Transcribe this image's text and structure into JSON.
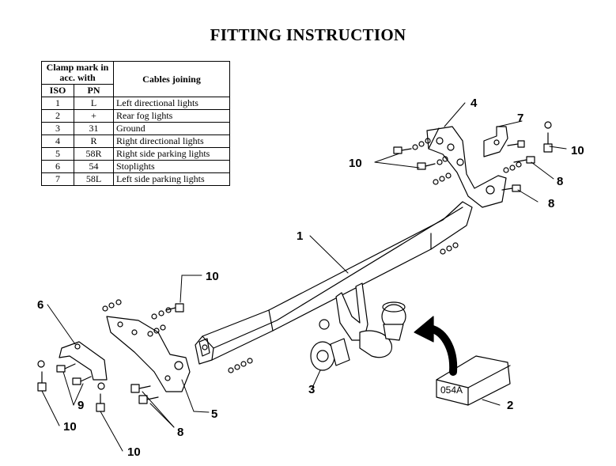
{
  "title": "FITTING INSTRUCTION",
  "table": {
    "header_clamp": "Clamp mark in acc. with",
    "header_cables": "Cables joining",
    "col_iso": "ISO",
    "col_pn": "PN",
    "rows": [
      {
        "iso": "1",
        "pn": "L",
        "desc": "Left directional lights"
      },
      {
        "iso": "2",
        "pn": "+",
        "desc": "Rear fog lights"
      },
      {
        "iso": "3",
        "pn": "31",
        "desc": "Ground"
      },
      {
        "iso": "4",
        "pn": "R",
        "desc": "Right directional lights"
      },
      {
        "iso": "5",
        "pn": "58R",
        "desc": "Right side parking lights"
      },
      {
        "iso": "6",
        "pn": "54",
        "desc": "Stoplights"
      },
      {
        "iso": "7",
        "pn": "58L",
        "desc": "Left side parking lights"
      }
    ]
  },
  "callouts": {
    "c1": "1",
    "c2": "2",
    "c3": "3",
    "c4": "4",
    "c5": "5",
    "c6": "6",
    "c7": "7",
    "c8a": "8",
    "c8b": "8",
    "c8c": "8",
    "c9": "9",
    "c10a": "10",
    "c10b": "10",
    "c10c": "10",
    "c10d": "10",
    "c10e": "10"
  },
  "box_label": "054A"
}
